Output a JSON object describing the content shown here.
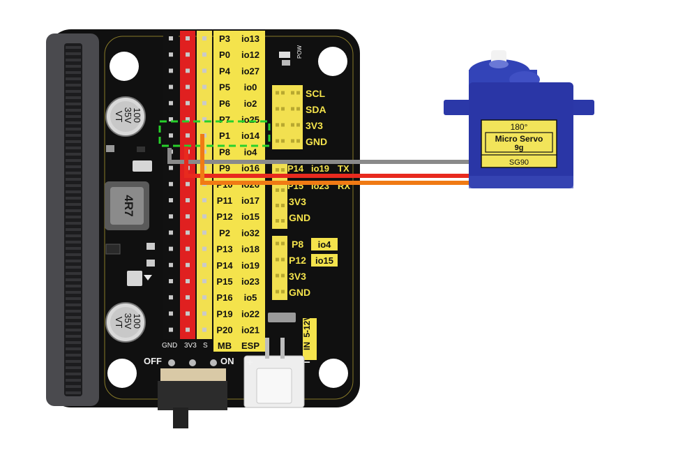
{
  "board": {
    "rows": [
      {
        "mb": "P3",
        "esp": "io13"
      },
      {
        "mb": "P0",
        "esp": "io12"
      },
      {
        "mb": "P4",
        "esp": "io27"
      },
      {
        "mb": "P5",
        "esp": "io0"
      },
      {
        "mb": "P6",
        "esp": "io2"
      },
      {
        "mb": "P7",
        "esp": "io25"
      },
      {
        "mb": "P1",
        "esp": "io14"
      },
      {
        "mb": "P8",
        "esp": "io4"
      },
      {
        "mb": "P9",
        "esp": "io16"
      },
      {
        "mb": "P10",
        "esp": "io26"
      },
      {
        "mb": "P11",
        "esp": "io17"
      },
      {
        "mb": "P12",
        "esp": "io15"
      },
      {
        "mb": "P2",
        "esp": "io32"
      },
      {
        "mb": "P13",
        "esp": "io18"
      },
      {
        "mb": "P14",
        "esp": "io19"
      },
      {
        "mb": "P15",
        "esp": "io23"
      },
      {
        "mb": "P16",
        "esp": "io5"
      },
      {
        "mb": "P19",
        "esp": "io22"
      },
      {
        "mb": "P20",
        "esp": "io21"
      }
    ],
    "header_top": [
      "SCL",
      "SDA",
      "3V3",
      "GND"
    ],
    "uart_labels": [
      "P14",
      "io19",
      "TX",
      "P15",
      "io23",
      "RX"
    ],
    "header_mid": [
      "3V3",
      "GND"
    ],
    "header_bottom": {
      "p8": "P8",
      "io4": "io4",
      "p12": "P12",
      "io15": "io15",
      "v": "3V3",
      "gnd": "GND"
    },
    "bottom_labels": {
      "gnd": "GND",
      "v3": "3V3",
      "s": "S",
      "mb": "MB",
      "esp": "ESP",
      "in": "IN",
      "volt": "5-12V",
      "off": "OFF",
      "on": "ON",
      "plus": "+",
      "minus": "−"
    },
    "pow_label": "POW",
    "cap1": [
      "100",
      "35V",
      "VT"
    ],
    "cap2": [
      "100",
      "35V",
      "VT"
    ],
    "inductor": "4R7"
  },
  "servo": {
    "angle": "180°",
    "name_line1": "Micro Servo",
    "name_line2": "9g",
    "model": "SG90"
  },
  "wires": [
    {
      "color": "#8a8a8a"
    },
    {
      "color": "#e82a1e"
    },
    {
      "color": "#f07a14"
    }
  ],
  "highlight_color": "#27d12b"
}
